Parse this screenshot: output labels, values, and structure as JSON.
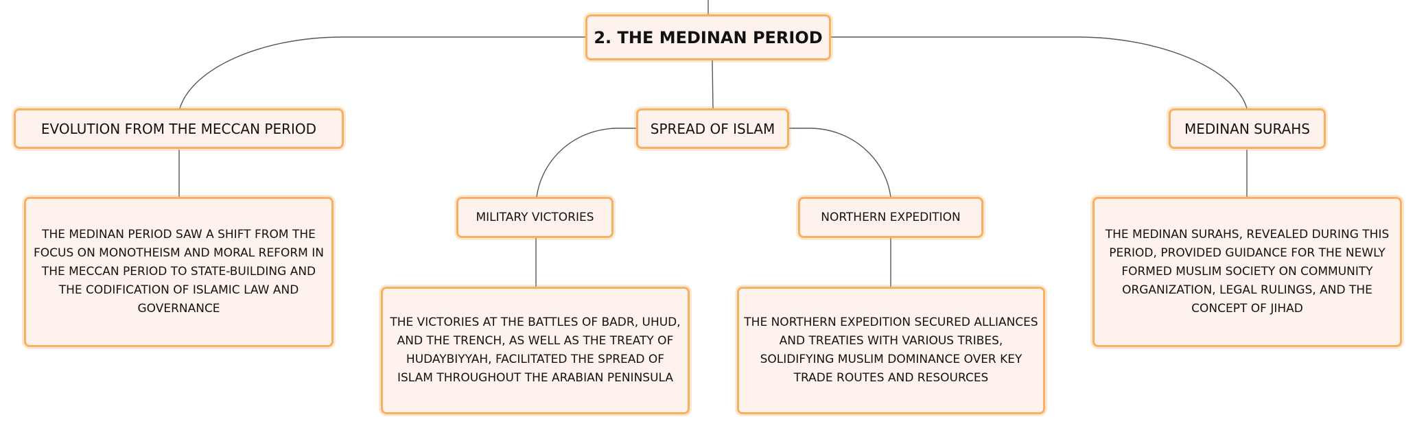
{
  "colors": {
    "node_border": "#f7b061",
    "node_fill": "#fdf3ec",
    "connector": "#555555",
    "text": "#111111"
  },
  "root": {
    "label": "2. THE MEDINAN PERIOD"
  },
  "branches": {
    "evolution": {
      "label": "EVOLUTION FROM THE MECCAN PERIOD",
      "description": "THE MEDINAN PERIOD SAW A SHIFT FROM THE FOCUS ON MONOTHEISM AND MORAL REFORM IN THE MECCAN PERIOD TO STATE-BUILDING AND THE CODIFICATION OF ISLAMIC LAW AND GOVERNANCE"
    },
    "spread": {
      "label": "SPREAD OF ISLAM",
      "military": {
        "label": "MILITARY VICTORIES",
        "description": "THE VICTORIES AT THE BATTLES OF BADR, UHUD, AND THE TRENCH, AS WELL AS THE TREATY OF HUDAYBIYYAH, FACILITATED THE SPREAD OF ISLAM THROUGHOUT THE ARABIAN PENINSULA"
      },
      "northern": {
        "label": "NORTHERN EXPEDITION",
        "description": "THE NORTHERN EXPEDITION SECURED ALLIANCES AND TREATIES WITH VARIOUS TRIBES, SOLIDIFYING MUSLIM DOMINANCE OVER KEY TRADE ROUTES AND RESOURCES"
      }
    },
    "surahs": {
      "label": "MEDINAN SURAHS",
      "description": "THE MEDINAN SURAHS, REVEALED DURING THIS PERIOD, PROVIDED GUIDANCE FOR THE NEWLY FORMED MUSLIM SOCIETY ON COMMUNITY ORGANIZATION, LEGAL RULINGS, AND THE CONCEPT OF JIHAD"
    }
  }
}
